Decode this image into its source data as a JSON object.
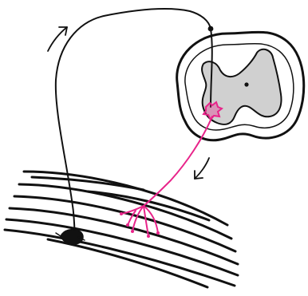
{
  "diagram": {
    "colors": {
      "sensory_neuron": "#111111",
      "motor_neuron": "#e8248a",
      "grey_matter": "#d0d0d0",
      "outline": "#111111",
      "background": "#ffffff"
    },
    "icons": [
      "spinal-cord-cross-section",
      "sensory-neuron",
      "motor-neuron",
      "muscle-fibers",
      "muscle-spindle-receptor",
      "afferent-direction-arrow",
      "efferent-direction-arrow"
    ]
  }
}
